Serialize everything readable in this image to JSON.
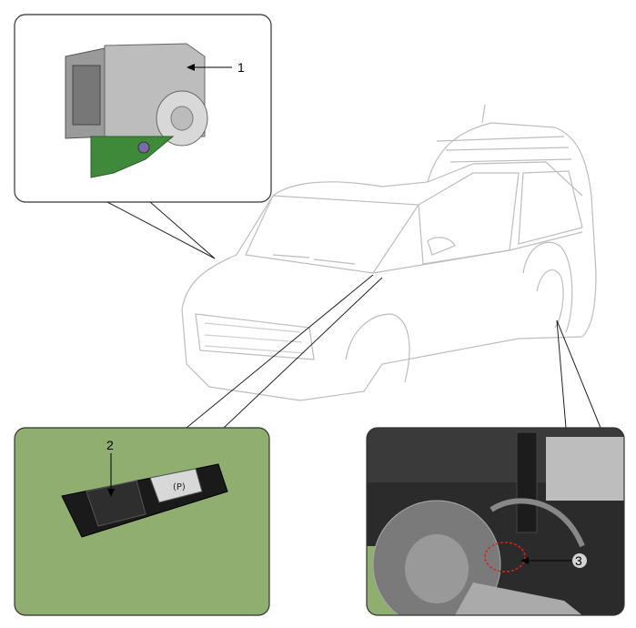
{
  "callouts": {
    "c1": "1",
    "c2": "2",
    "c3": "3"
  },
  "colors": {
    "panel_green": "#8fae6f",
    "bracket_green": "#3f8a3a",
    "car_line": "#b8b8b8",
    "frame": "#333333"
  }
}
